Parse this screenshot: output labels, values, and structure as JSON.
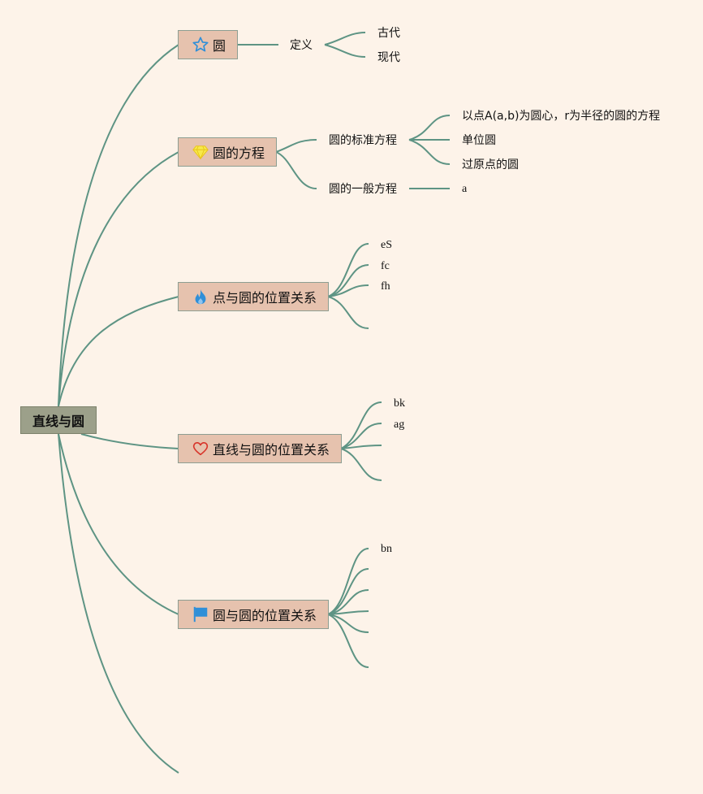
{
  "root": {
    "label": "直线与圆"
  },
  "topics": [
    {
      "id": "circle",
      "label": "圆",
      "icon": "star-icon"
    },
    {
      "id": "equation",
      "label": "圆的方程",
      "icon": "diamond-icon"
    },
    {
      "id": "point",
      "label": "点与圆的位置关系",
      "icon": "flame-icon"
    },
    {
      "id": "line",
      "label": "直线与圆的位置关系",
      "icon": "heart-icon"
    },
    {
      "id": "circles",
      "label": "圆与圆的位置关系",
      "icon": "flag-icon"
    }
  ],
  "circle_branch": {
    "definition": "定义",
    "leaves": [
      "古代",
      "现代"
    ]
  },
  "equation_branch": {
    "standard": "圆的标准方程",
    "standard_leaves": [
      "以点A(a,b)为圆心，r为半径的圆的方程",
      "单位圆",
      "过原点的圆"
    ],
    "general": "圆的一般方程",
    "general_leaves": [
      "a"
    ]
  },
  "point_branch": {
    "leaves": [
      "eS",
      "fc",
      "fh",
      ""
    ]
  },
  "line_branch": {
    "leaves": [
      "bk",
      "ag",
      "",
      ""
    ]
  },
  "circles_branch": {
    "leaves": [
      "bn",
      "",
      "",
      "",
      "",
      ""
    ]
  },
  "colors": {
    "background": "#fdf3e9",
    "topic_fill": "#e6c2ae",
    "root_fill": "#9ca08a",
    "link": "#5e9484"
  }
}
